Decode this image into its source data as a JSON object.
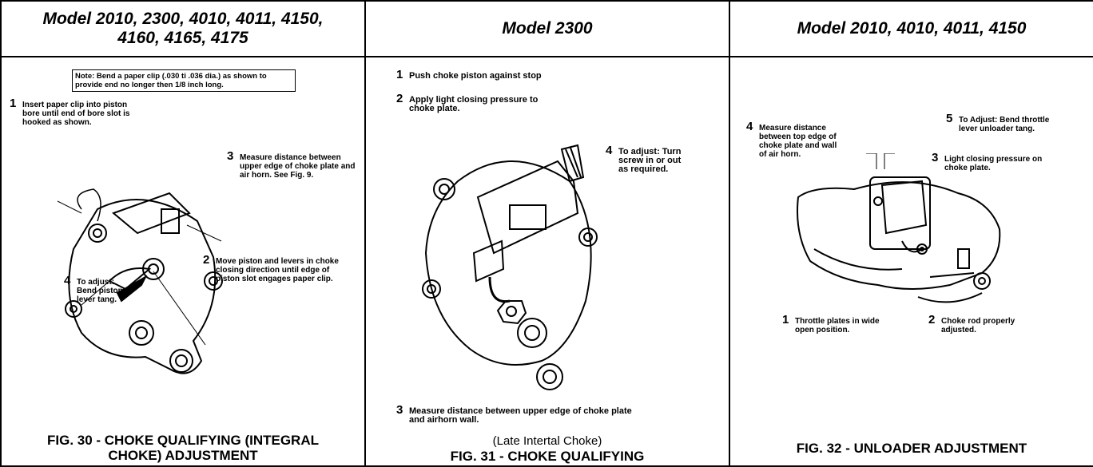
{
  "headers": {
    "col1": [
      "Model 2010, 2300, 4010, 4011, 4150,",
      "4160, 4165, 4175"
    ],
    "col2": "Model 2300",
    "col3": "Model 2010, 4010, 4011, 4150"
  },
  "fig30": {
    "note": "Note: Bend a paper clip (.030 ti .036 dia.) as shown to provide end no longer then 1/8 inch long.",
    "steps": [
      {
        "num": "1",
        "text": "Insert paper clip into piston bore until end of bore slot is hooked as shown."
      },
      {
        "num": "2",
        "text": "Move piston and levers in choke closing direction until edge of piston slot engages paper clip."
      },
      {
        "num": "3",
        "text": "Measure distance between upper edge of choke plate and air horn. See Fig. 9."
      },
      {
        "num": "4",
        "text": "To adjust: Bend piston lever tang."
      }
    ],
    "caption": [
      "FIG. 30 - CHOKE QUALIFYING (INTEGRAL",
      "CHOKE) ADJUSTMENT"
    ]
  },
  "fig31": {
    "steps": [
      {
        "num": "1",
        "text": "Push choke piston against stop"
      },
      {
        "num": "2",
        "text": "Apply light closing pressure to choke plate."
      },
      {
        "num": "3",
        "text": "Measure distance between upper edge of choke plate and airhorn wall."
      },
      {
        "num": "4",
        "text": "To adjust: Turn screw in or out as required."
      }
    ],
    "subcaption": "(Late Intertal Choke)",
    "caption": "FIG. 31 - CHOKE QUALIFYING"
  },
  "fig32": {
    "steps": [
      {
        "num": "1",
        "text": "Throttle plates in wide open position."
      },
      {
        "num": "2",
        "text": "Choke rod properly adjusted."
      },
      {
        "num": "3",
        "text": "Light closing pressure on choke plate."
      },
      {
        "num": "4",
        "text": "Measure distance between top edge of choke plate and wall of air horn."
      },
      {
        "num": "5",
        "text": "To Adjust: Bend throttle lever unloader tang."
      }
    ],
    "caption": "FIG. 32 - UNLOADER ADJUSTMENT"
  }
}
